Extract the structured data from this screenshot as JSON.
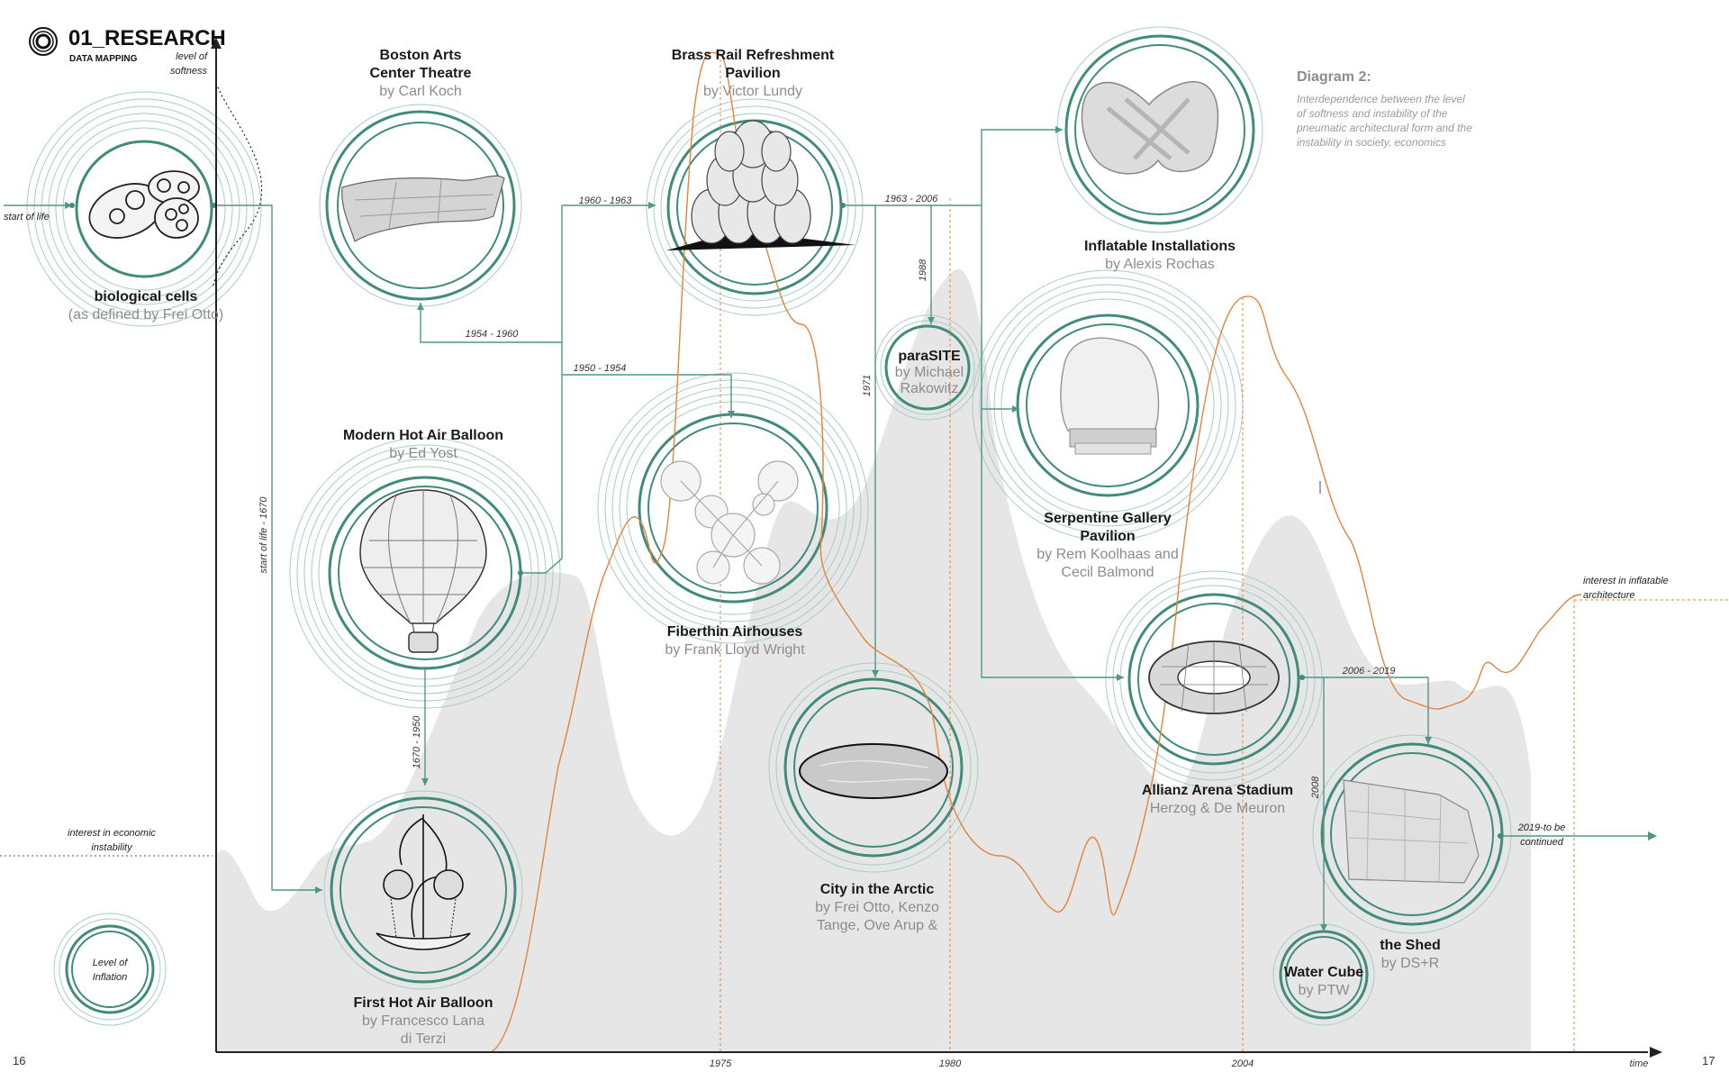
{
  "header": {
    "title": "01_RESEARCH",
    "subtitle": "DATA MAPPING"
  },
  "axes": {
    "y_label_line1": "level of",
    "y_label_line2": "softness",
    "x_label": "time",
    "x_ticks": [
      "1975",
      "1980",
      "2004"
    ]
  },
  "annotations": {
    "start_of_life": "start of life",
    "economic_line1": "interest in economic",
    "economic_line2": "instability",
    "inflatable_line1": "interest in inflatable",
    "inflatable_line2": "architecture",
    "continued_line1": "2019-to be",
    "continued_line2": "continued"
  },
  "legend": {
    "line1": "Level of",
    "line2": "Inflation"
  },
  "diagram": {
    "title": "Diagram 2:",
    "desc_line1": "Interdependence between the level",
    "desc_line2": "of softness and instability of the",
    "desc_line3": "pneumatic architectural form and the",
    "desc_line4": "instability in society, economics"
  },
  "pages": {
    "left": "16",
    "right": "17"
  },
  "nodes": {
    "cells": {
      "title1": "biological cells",
      "author1": "(as defined by Frei Otto)"
    },
    "boston": {
      "title1": "Boston Arts",
      "title2": "Center Theatre",
      "author1": "by Carl Koch"
    },
    "brass": {
      "title1": "Brass Rail Refreshment",
      "title2": "Pavilion",
      "author1": "by Victor Lundy"
    },
    "inflatable": {
      "title1": "Inflatable Installations",
      "author1": "by Alexis Rochas"
    },
    "parasite": {
      "title1": "paraSITE",
      "author1": "by Michael",
      "author2": "Rakowitz"
    },
    "serpentine": {
      "title1": "Serpentine Gallery",
      "title2": "Pavilion",
      "author1": "by Rem Koolhaas and",
      "author2": "Cecil Balmond"
    },
    "balloon": {
      "title1": "Modern Hot Air Balloon",
      "author1": "by Ed Yost"
    },
    "fiberthin": {
      "title1": "Fiberthin Airhouses",
      "author1": "by Frank Lloyd Wright"
    },
    "arctic": {
      "title1": "City in the Arctic",
      "author1": "by Frei Otto, Kenzo",
      "author2": "Tange, Ove Arup &"
    },
    "allianz": {
      "title1": "Allianz Arena Stadium",
      "author1": "Herzog & De Meuron"
    },
    "first": {
      "title1": "First Hot Air Balloon",
      "author1": "by Francesco Lana",
      "author2": "di Terzi"
    },
    "watercube": {
      "title1": "Water Cube",
      "author1": "by PTW"
    },
    "shed": {
      "title1": "the Shed",
      "author1": "by DS+R"
    }
  },
  "connectors": {
    "c1": "start of life - 1670",
    "c2": "1954 - 1960",
    "c3": "1960 - 1963",
    "c4": "1950 - 1954",
    "c5": "1963 - 2006",
    "c6": "1988",
    "c7": "1971",
    "c8": "1670 - 1950",
    "c9": "2006 - 2019",
    "c10": "2008"
  },
  "colors": {
    "ring": "#3f8c7c",
    "ring_light": "#a7cdc4",
    "orange": "#e3843d",
    "gray_fill": "#e6e6e6",
    "axis": "#222222"
  }
}
